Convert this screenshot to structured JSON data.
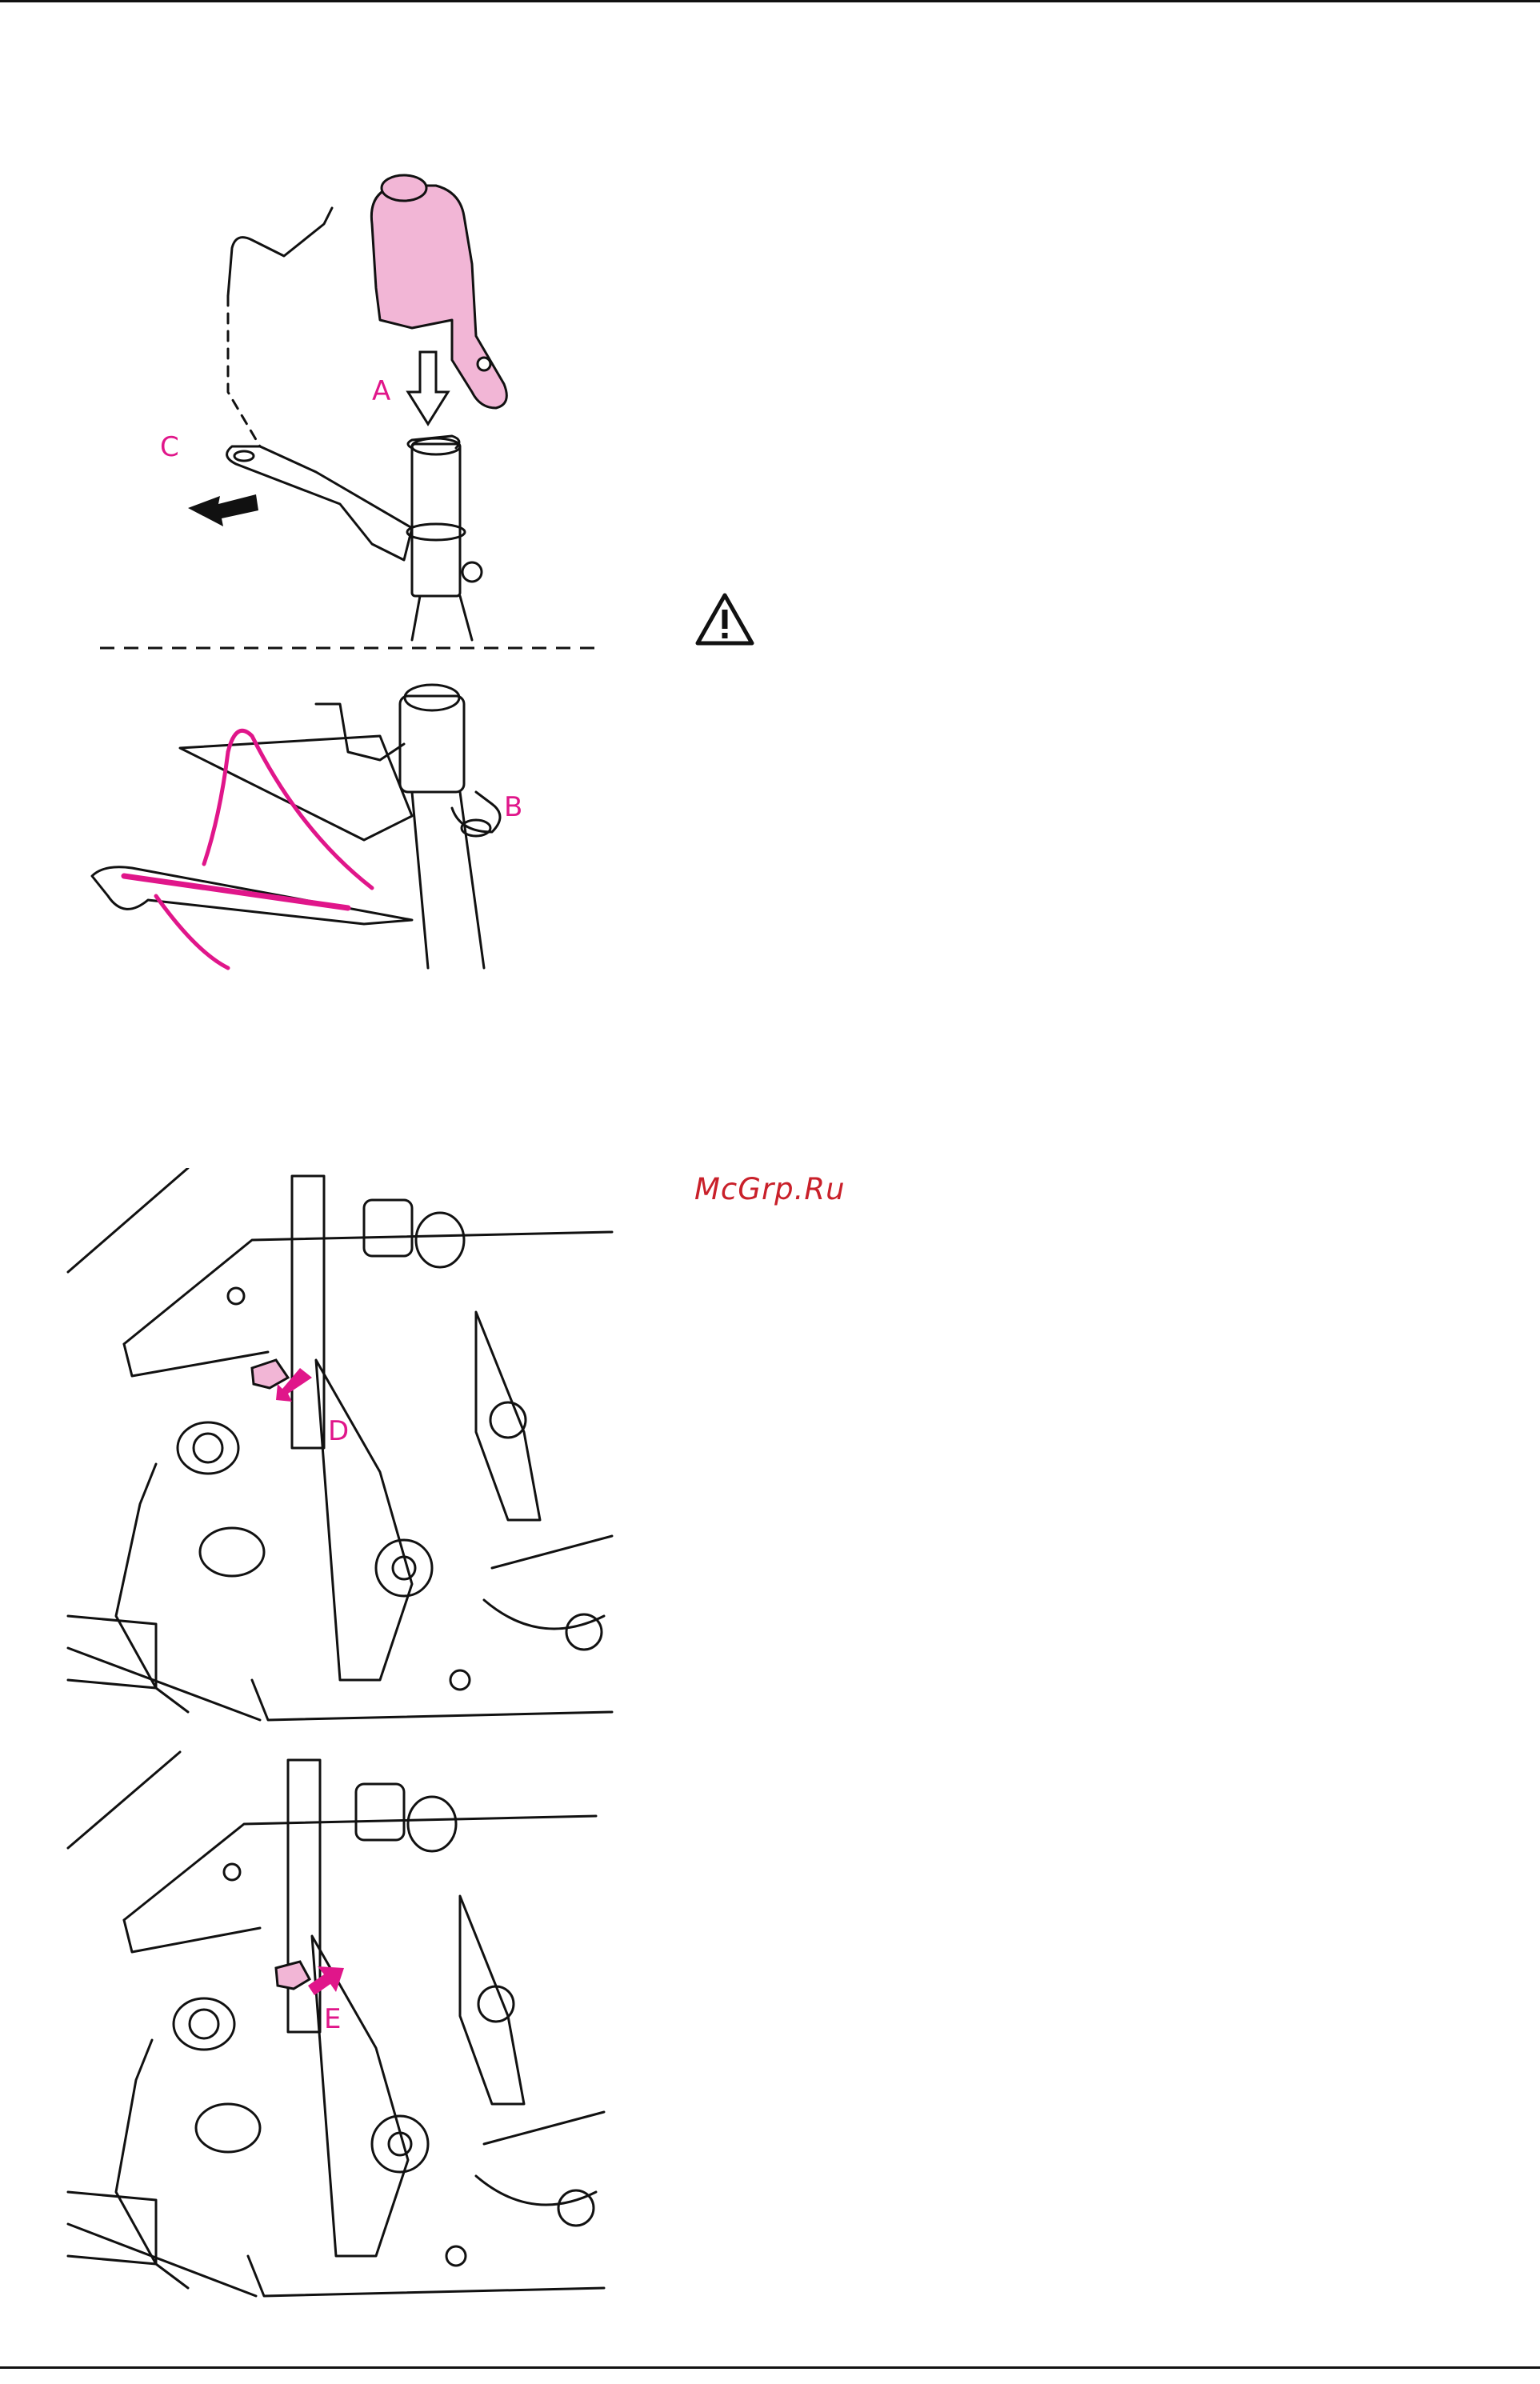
{
  "figure_top": {
    "labels": {
      "a": "A",
      "b": "B",
      "c": "C"
    }
  },
  "figure_bottom": {
    "labels": {
      "d": "D",
      "e": "E"
    }
  },
  "warning": {
    "icon": "warning-triangle-icon"
  },
  "watermark": {
    "text": "McGrp.Ru"
  },
  "colors": {
    "accent": "#e0168a",
    "part_fill": "#f2b6d6",
    "watermark": "#c9202a",
    "line": "#111111"
  }
}
